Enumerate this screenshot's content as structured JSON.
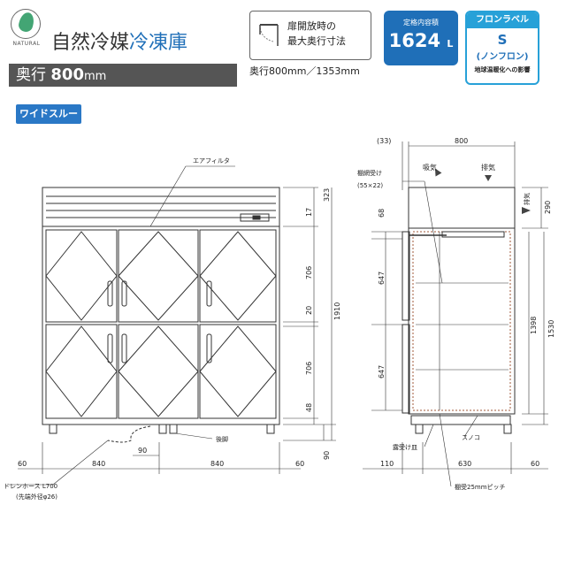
{
  "header": {
    "logo_text": "NATURAL",
    "title_plain": "自然冷媒",
    "title_blue": "冷凍庫",
    "depth_label": "奥行",
    "depth_value": "800",
    "depth_unit": "mm",
    "wide_through_badge": "ワイドスルー",
    "door_open_label_line1": "扉開放時の",
    "door_open_label_line2": "最大奥行寸法",
    "door_open_depths": "奥行800mm／1353mm",
    "capacity_title": "定格内容積",
    "capacity_value": "1624",
    "capacity_unit": "L",
    "fluorocarbon_title": "フロンラベル",
    "fluorocarbon_grade": "S",
    "fluorocarbon_note": "(ノンフロン)",
    "fluorocarbon_desc": "地球温暖化への影響"
  },
  "front_view": {
    "labels": {
      "air_filter": "エアフィルタ",
      "adjuster": "後脚",
      "drain_hose": "ドレンホース L700",
      "drain_hose_note": "(先端外径φ26)"
    },
    "dims": {
      "top_323": "323",
      "gap_17": "17",
      "upper_706": "706",
      "mid_20": "20",
      "lower_706": "706",
      "bottom_48": "48",
      "total_1910": "1910",
      "foot_90": "90",
      "drain_90": "90",
      "left_60": "60",
      "width_840a": "840",
      "width_840b": "840",
      "right_60": "60"
    }
  },
  "side_view": {
    "labels": {
      "intake": "吸気",
      "exhaust_top": "排気",
      "exhaust_side": "排気",
      "shelf_bracket": "棚網受け",
      "shelf_bracket_size": "(55×22)",
      "drip_tray": "露受け皿",
      "sunoko": "スノコ",
      "pitch_note": "棚受25mmピッチ"
    },
    "dims": {
      "door_33": "(33)",
      "depth_800": "800",
      "top_290": "290",
      "d_68": "68",
      "d_647a": "647",
      "d_647b": "647",
      "d_1398": "1398",
      "d_1530": "1530",
      "b_110": "110",
      "b_630": "630",
      "b_60": "60"
    }
  }
}
